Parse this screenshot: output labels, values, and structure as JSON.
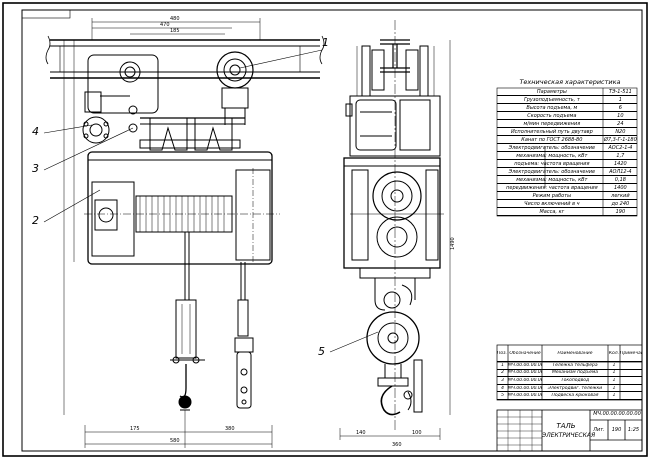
{
  "callouts": [
    "1",
    "2",
    "3",
    "4",
    "5"
  ],
  "tech_table": {
    "title": "Техническая характеристика",
    "header": [
      "Параметры",
      "ТЭ-1-511"
    ],
    "rows": [
      [
        "Грузоподъемность, т",
        "1"
      ],
      [
        "Высота подъема, м",
        "6"
      ],
      [
        "Скорость подъема",
        "10"
      ],
      [
        "м/мин передвижения",
        "24"
      ],
      [
        "Исполнительный путь двутавр",
        "N20"
      ],
      [
        "Канат по ГОСТ 2688-80",
        "Ø7,3-Г-1-180"
      ],
      [
        "Электродвигатель: обозначение",
        "АОС2-1-4"
      ],
      [
        "механизма: мощность, кВт",
        "1,7"
      ],
      [
        "подъема: частота вращения",
        "1420"
      ],
      [
        "Электродвигатель: обозначение",
        "АОЛ12-4"
      ],
      [
        "механизма: мощность, кВт",
        "0,18"
      ],
      [
        "передвижения: частота вращения",
        "1400"
      ],
      [
        "Режим работы",
        "легкий"
      ],
      [
        "Число включений в ч",
        "до 240"
      ],
      [
        "Масса, кг",
        "190"
      ]
    ]
  },
  "parts_list": {
    "header": [
      "Поз. обозн.",
      "Обозначение",
      "Наименование",
      "Кол.",
      "Примечание"
    ],
    "rows": [
      [
        "1",
        "МЧ.00.00.00.00.01",
        "Тележка тельфера",
        "1",
        ""
      ],
      [
        "2",
        "МЧ.00.00.00.00.02",
        "Механизм подъема",
        "1",
        ""
      ],
      [
        "3",
        "МЧ.00.00.00.00.03",
        "Токоподвод",
        "1",
        ""
      ],
      [
        "4",
        "МЧ.00.00.00.00.04",
        "Электродвиг. тележки",
        "1",
        ""
      ],
      [
        "5",
        "МЧ.00.00.00.00.05",
        "Подвеска крюковая",
        "1",
        ""
      ]
    ]
  },
  "title_block": {
    "name_line1": "ТАЛЬ",
    "name_line2": "ЭЛЕКТРИЧЕСКАЯ",
    "code": "МЧ.00.00.00.00.00",
    "stage": "Лит.",
    "mass": "190",
    "scale": "1:25"
  }
}
